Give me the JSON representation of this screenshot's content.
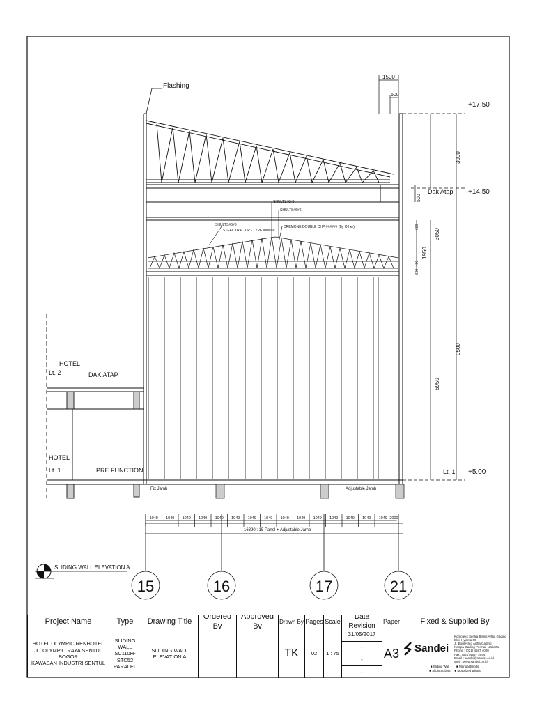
{
  "drawing": {
    "labels": {
      "flashing": "Flashing",
      "dak_atap": "Dak Atap",
      "hotel_lt2": "HOTEL",
      "hotel_lt2_b": "Lt. 2",
      "dak_atap_left": "DAK ATAP",
      "hotel_lt1": "HOTEL",
      "hotel_lt1_b": "Lt. 1",
      "pre_function": "PRE FUNCTION",
      "lt1_right": "Lt. 1",
      "fix_jamb": "Fix Jamb",
      "adjustable_jamb": "Adjustable Jamb",
      "beam1": "SHULTS#6#6",
      "beam2": "SHULTS#6#6",
      "beam3": "SHULTS#6#6",
      "steel_track": "STEEL TRACK R - TYPE ######",
      "cremona": "CREMONE DOUBLE CHP ###### (By Other)"
    },
    "levels": {
      "top": "+17.50",
      "mid": "+14.50",
      "bottom": "+5.00"
    },
    "dims_right": {
      "d3000": "3000",
      "d500": "500",
      "d3050": "3050",
      "d1950": "1950",
      "d9500": "9500",
      "d6950": "6950",
      "d600a": "600",
      "d600b": "600",
      "d400": "400",
      "d1500": "1500",
      "d600top": "600"
    },
    "dims_bottom": {
      "panel_width": "1049",
      "panel_count": 15,
      "last": "2000",
      "total": "16390 : 15 Panel + Adjustable Jamb"
    },
    "grid": [
      "15",
      "16",
      "17",
      "21"
    ],
    "title": "SLIDING WALL ELEVATION A"
  },
  "title_block": {
    "headers": [
      "Project Name",
      "Type",
      "Drawing Title",
      "Ordered By",
      "Approved By",
      "Drawn By",
      "Pages",
      "Scale",
      "Date Revision",
      "Paper",
      "Fixed & Supplied By"
    ],
    "project_name": [
      "HOTEL OLYMPIC RENHOTEL",
      "JL. OLYMPIC RAYA SENTUL BOGOR",
      "KAWASAN INDUSTRI SENTUL"
    ],
    "type": [
      "SLIDING WALL",
      "SC110H-STC52",
      "PARALEL"
    ],
    "drawing_title": [
      "SLIDING WALL",
      "ELEVATION A"
    ],
    "ordered_by": "",
    "approved_by": "",
    "drawn_by": "TK",
    "pages": "02",
    "scale": "1 : 75",
    "date_revision": [
      "31/05/2017",
      "-",
      "-",
      "-"
    ],
    "paper": "A3",
    "supplier": {
      "brand": "Sandei",
      "address": [
        "Kompleks Sentra Bisnis Artha Gading",
        "Blok Hylanta 09",
        "Jl. Boulevard Artha Gading",
        "Kelapa Gading Permai - Jakarta",
        "Phone : (021) 4587 4000",
        "Fax : (021) 4587 4044",
        "Email : sandei@sandei.co.id",
        "Web : www.sandei.co.id"
      ],
      "products": [
        "Sliding Wall",
        "Sliding Glass",
        "Manual Blinds",
        "Motorized Blinds"
      ]
    }
  }
}
